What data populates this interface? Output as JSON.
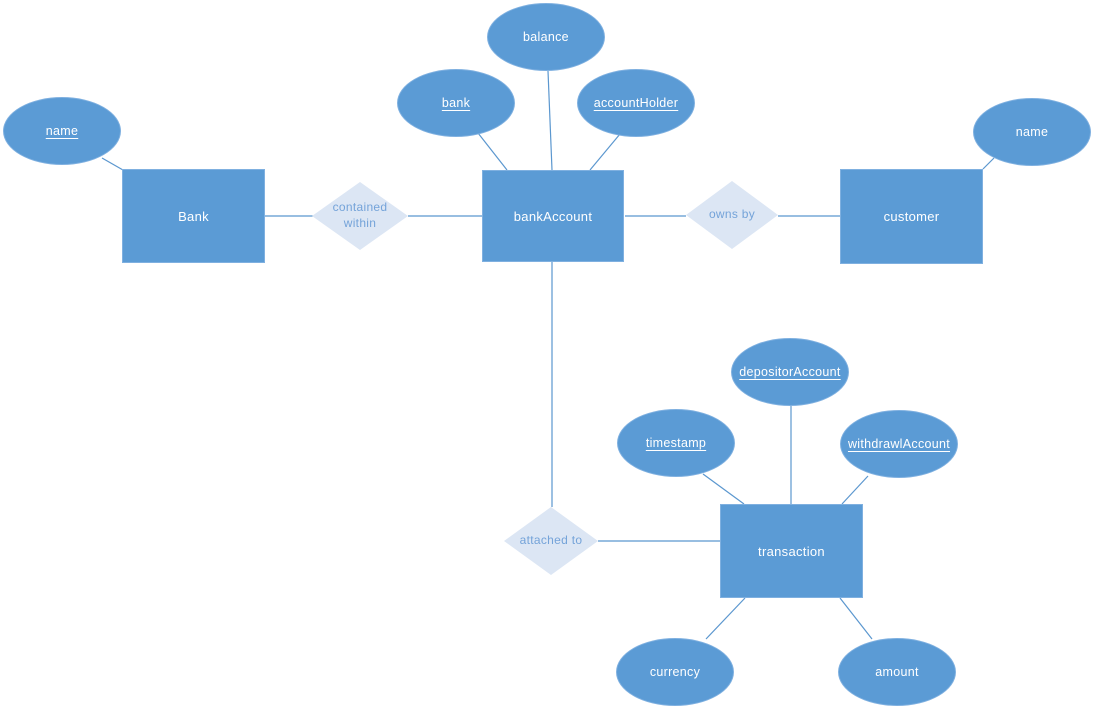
{
  "diagram": {
    "type": "entity-relationship-diagram",
    "colors": {
      "background": "#ffffff",
      "entity_fill": "#5b9bd5",
      "entity_text": "#ffffff",
      "shape_border": "#7fb0e0",
      "relationship_fill": "#dce6f4",
      "relationship_text": "#74a3d9",
      "connector": "#5b97cf"
    },
    "entities": [
      {
        "label": "Bank"
      },
      {
        "label": "bankAccount"
      },
      {
        "label": "customer"
      },
      {
        "label": "transaction"
      }
    ],
    "relationships": [
      {
        "label": "contained within",
        "between": [
          "Bank",
          "bankAccount"
        ]
      },
      {
        "label": "owns by",
        "between": [
          "bankAccount",
          "customer"
        ]
      },
      {
        "label": "attached to",
        "between": [
          "bankAccount",
          "transaction"
        ]
      }
    ],
    "attributes": [
      {
        "label": "name",
        "entity": "Bank",
        "key": true
      },
      {
        "label": "bank",
        "entity": "bankAccount",
        "key": true
      },
      {
        "label": "balance",
        "entity": "bankAccount",
        "key": false
      },
      {
        "label": "accountHolder",
        "entity": "bankAccount",
        "key": true
      },
      {
        "label": "name",
        "entity": "customer",
        "key": false
      },
      {
        "label": "depositorAccount",
        "entity": "transaction",
        "key": true
      },
      {
        "label": "timestamp",
        "entity": "transaction",
        "key": true
      },
      {
        "label": "withdrawlAccount",
        "entity": "transaction",
        "key": true
      },
      {
        "label": "currency",
        "entity": "transaction",
        "key": false
      },
      {
        "label": "amount",
        "entity": "transaction",
        "key": false
      }
    ]
  }
}
